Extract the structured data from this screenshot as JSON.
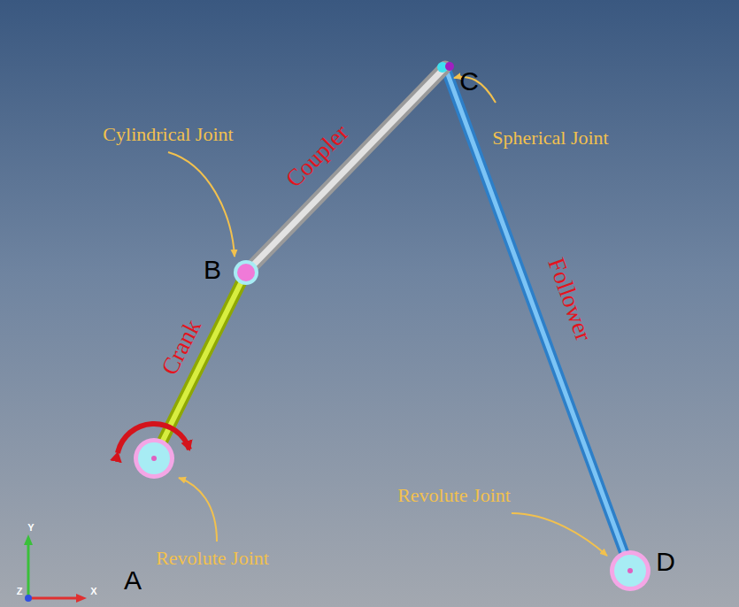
{
  "diagram": {
    "labels": [
      "Cylindrical Joint",
      "Coupler",
      "C",
      "Spherical Joint",
      "B",
      "Crank",
      "Follower",
      "A",
      "Revolute Joint",
      "Revolute Joint",
      "D",
      "Y",
      "Z",
      "X"
    ]
  }
}
